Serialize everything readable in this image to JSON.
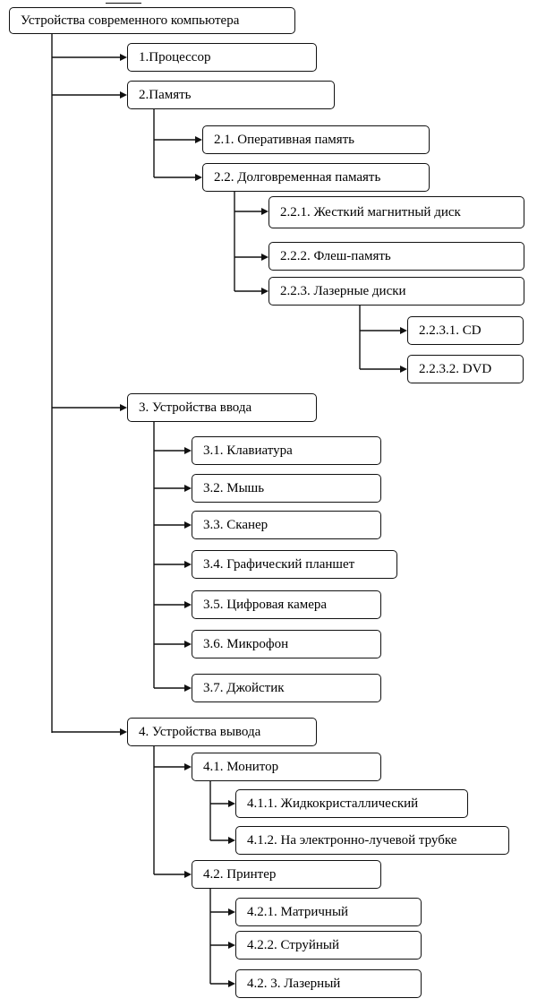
{
  "diagram": {
    "root": "Устройства современного компьютера",
    "nodes": {
      "n1": "1.Процессор",
      "n2": "2.Память",
      "n21": "2.1. Оперативная память",
      "n22": "2.2. Долговременная памаять",
      "n221": "2.2.1. Жесткий магнитный диск",
      "n222": "2.2.2. Флеш-память",
      "n223": "2.2.3. Лазерные диски",
      "n2231": "2.2.3.1. CD",
      "n2232": "2.2.3.2. DVD",
      "n3": "3. Устройства ввода",
      "n31": "3.1. Клавиатура",
      "n32": "3.2. Мышь",
      "n33": "3.3. Сканер",
      "n34": "3.4. Графический планшет",
      "n35": "3.5. Цифровая камера",
      "n36": "3.6. Микрофон",
      "n37": "3.7. Джойстик",
      "n4": "4. Устройства вывода",
      "n41": "4.1.  Монитор",
      "n411": "4.1.1.  Жидкокристаллический",
      "n412": "4.1.2.  На электронно-лучевой трубке",
      "n42": "4.2.  Принтер",
      "n421": "4.2.1.  Матричный",
      "n422": "4.2.2.  Струйный",
      "n423": "4.2. 3. Лазерный"
    }
  }
}
